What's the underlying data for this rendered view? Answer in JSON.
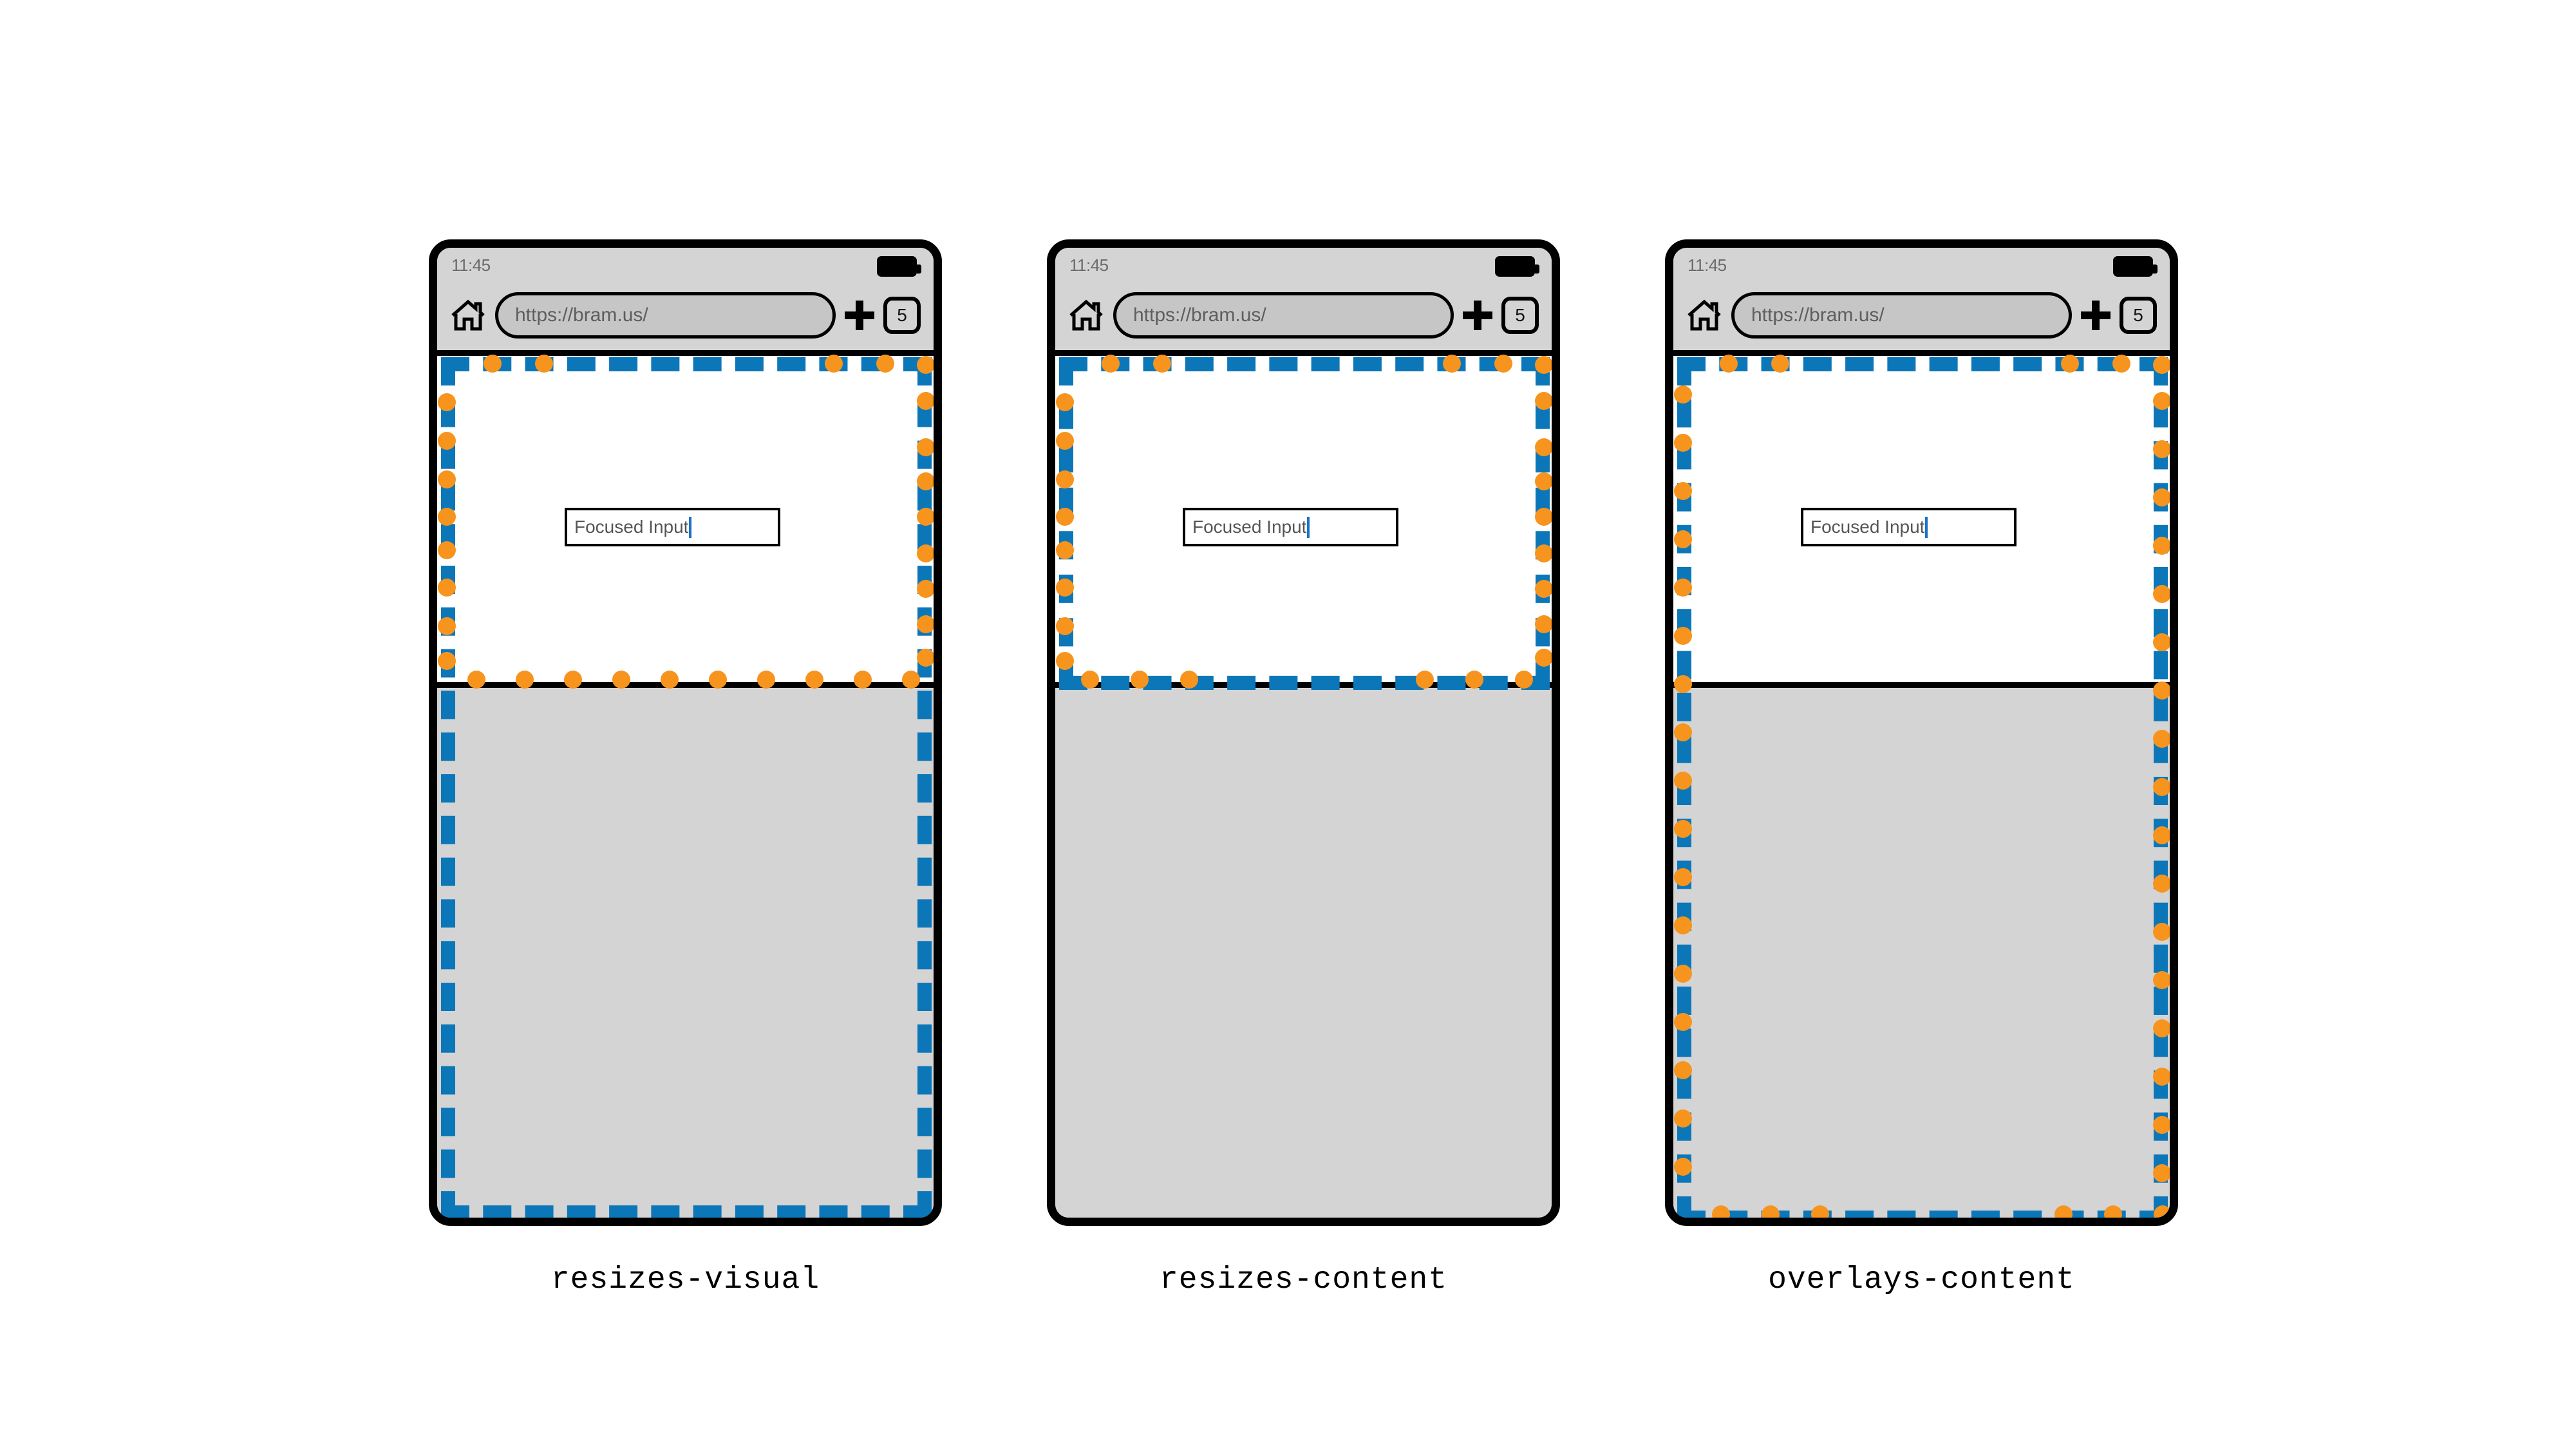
{
  "figure": {
    "title": "Virtual keyboard viewport resize modes",
    "colors": {
      "page_frame_blue": "#0c77b8",
      "fixed_dot_orange": "#f7941d",
      "chrome_gray": "#d4d4d4",
      "keyboard_gray": "#d4d4d4",
      "frame_black": "#000000",
      "viewport_white": "#ffffff",
      "caret_blue": "#1a73c8"
    }
  },
  "phones": [
    {
      "id": "resizes-visual",
      "caption": "resizes-visual",
      "chrome": {
        "clock": "11:45",
        "battery_icon": "battery-full-icon",
        "home_icon": "home-icon",
        "url": "https://bram.us/",
        "new_tab_icon": "plus-icon",
        "tab_count": "5"
      },
      "viewport": {
        "input_value": "Focused Input",
        "input_caret": "|"
      }
    },
    {
      "id": "resizes-content",
      "caption": "resizes-content",
      "chrome": {
        "clock": "11:45",
        "battery_icon": "battery-full-icon",
        "home_icon": "home-icon",
        "url": "https://bram.us/",
        "new_tab_icon": "plus-icon",
        "tab_count": "5"
      },
      "viewport": {
        "input_value": "Focused Input",
        "input_caret": "|"
      }
    },
    {
      "id": "overlays-content",
      "caption": "overlays-content",
      "chrome": {
        "clock": "11:45",
        "battery_icon": "battery-full-icon",
        "home_icon": "home-icon",
        "url": "https://bram.us/",
        "new_tab_icon": "plus-icon",
        "tab_count": "5"
      },
      "viewport": {
        "input_value": "Focused Input",
        "input_caret": "|"
      }
    }
  ]
}
